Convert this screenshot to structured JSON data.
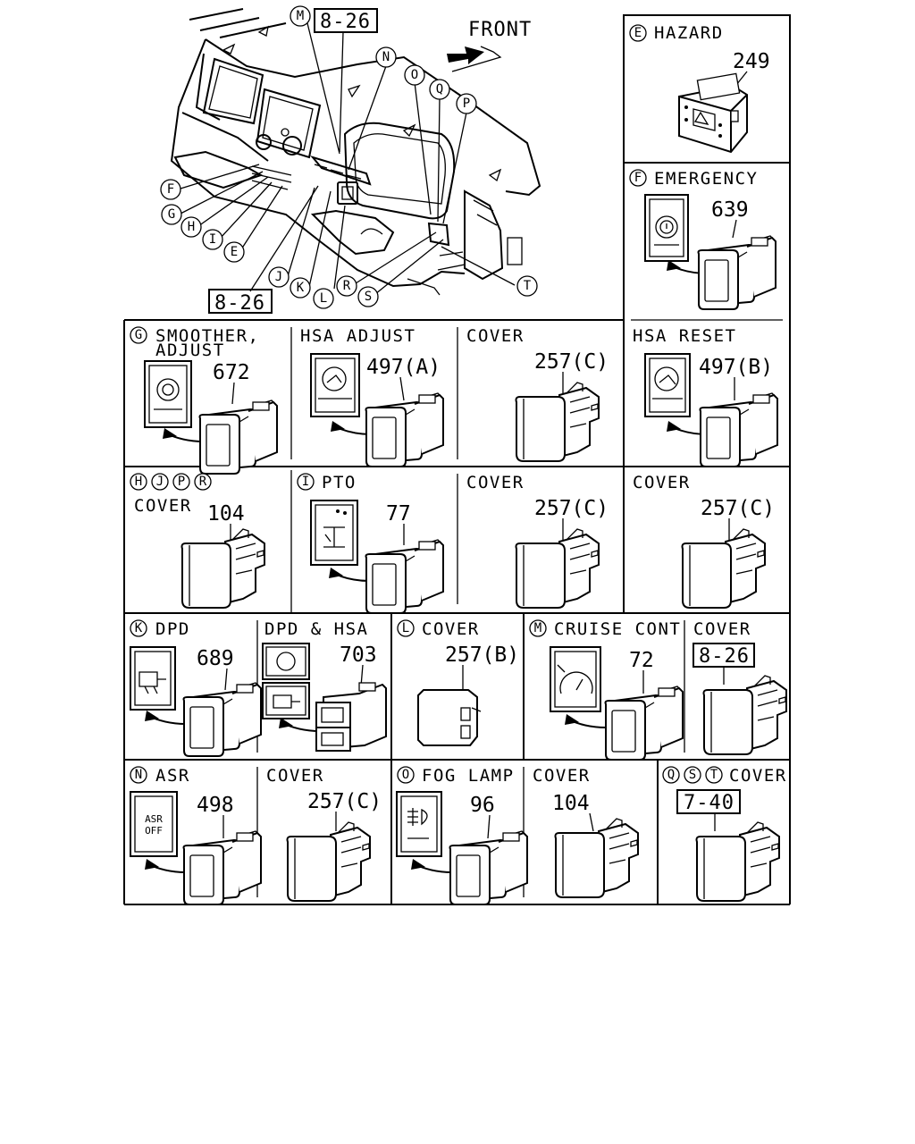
{
  "top": {
    "front_label": "FRONT",
    "ref_top": "8-26",
    "ref_bottom": "8-26",
    "callouts": [
      "M",
      "N",
      "O",
      "Q",
      "P",
      "F",
      "G",
      "H",
      "I",
      "E",
      "J",
      "K",
      "L",
      "R",
      "S",
      "T"
    ]
  },
  "panels": {
    "E": {
      "letter": "E",
      "title": "HAZARD",
      "part": "249"
    },
    "F": {
      "letter": "F",
      "title": "EMERGENCY",
      "part": "639"
    },
    "G": {
      "letter": "G",
      "title_line1": "SMOOTHER,",
      "title_line2": "ADJUST",
      "part": "672"
    },
    "hsa_adjust": {
      "title": "HSA ADJUST",
      "part": "497(A)"
    },
    "cover_g": {
      "title": "COVER",
      "part": "257(C)"
    },
    "hsa_reset": {
      "title": "HSA RESET",
      "part": "497(B)"
    },
    "HJPR": {
      "letters": [
        "H",
        "J",
        "P",
        "R"
      ],
      "title": "COVER",
      "part": "104"
    },
    "I": {
      "letter": "I",
      "title": "PTO",
      "part": "77"
    },
    "cover_i": {
      "title": "COVER",
      "part": "257(C)"
    },
    "cover_f": {
      "title": "COVER",
      "part": "257(C)"
    },
    "K": {
      "letter": "K",
      "title": "DPD",
      "part": "689"
    },
    "dpd_hsa": {
      "title": "DPD & HSA",
      "part": "703"
    },
    "L": {
      "letter": "L",
      "title": "COVER",
      "part": "257(B)"
    },
    "M": {
      "letter": "M",
      "title": "CRUISE CONT",
      "part": "72"
    },
    "cover_m": {
      "title": "COVER",
      "ref": "8-26"
    },
    "N": {
      "letter": "N",
      "title": "ASR",
      "part": "498",
      "icon_text_1": "ASR",
      "icon_text_2": "OFF"
    },
    "cover_n": {
      "title": "COVER",
      "part": "257(C)"
    },
    "O": {
      "letter": "O",
      "title": "FOG LAMP",
      "part": "96"
    },
    "cover_o": {
      "title": "COVER",
      "part": "104"
    },
    "QST": {
      "letters": [
        "Q",
        "S",
        "T"
      ],
      "title": "COVER",
      "ref": "7-40"
    }
  }
}
